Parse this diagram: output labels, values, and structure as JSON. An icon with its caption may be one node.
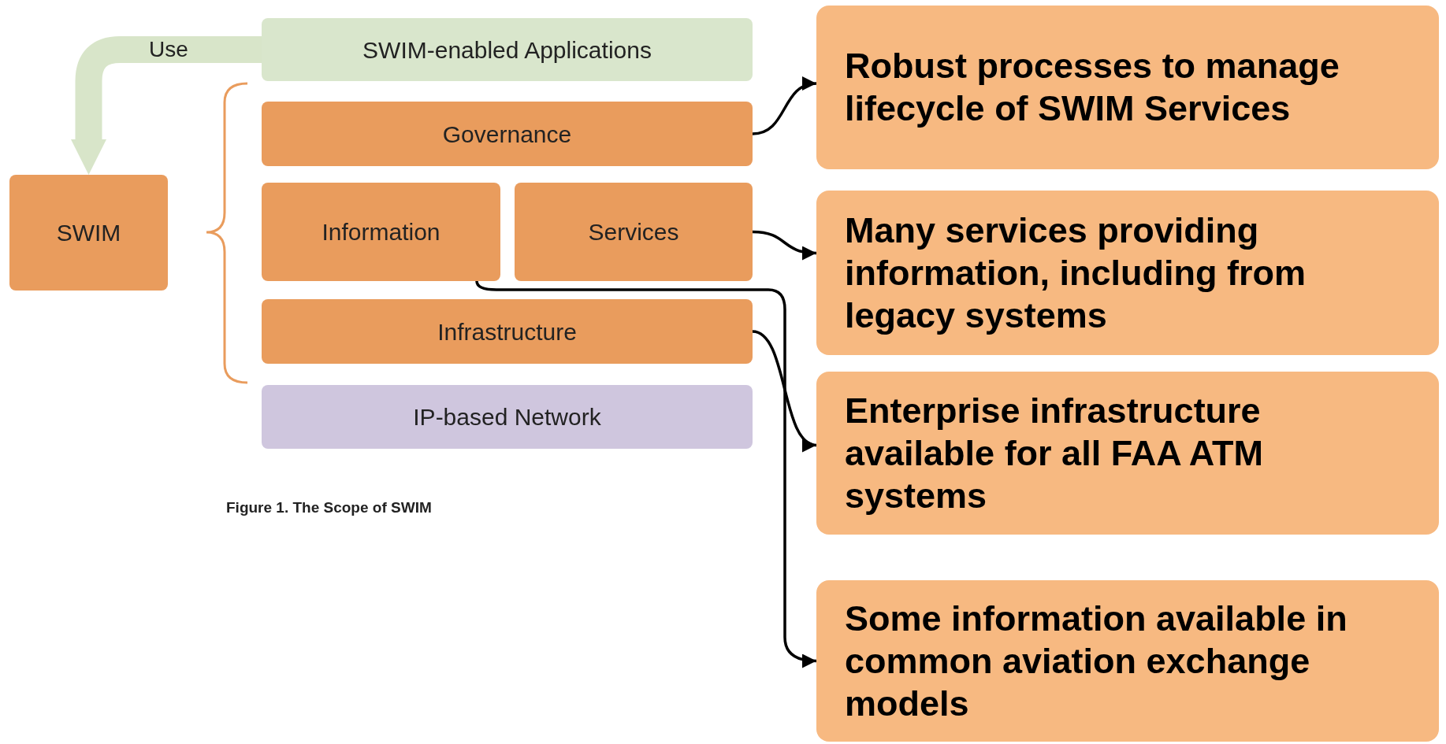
{
  "diagram": {
    "caption": "Figure 1. The Scope of SWIM",
    "nodes": [
      {
        "text": [
          "SWIM-enabled Applications"
        ]
      },
      {
        "text": [
          "SWIM"
        ]
      },
      {
        "text": [
          "Governance"
        ]
      },
      {
        "text": [
          "Information"
        ]
      },
      {
        "text": [
          "Services"
        ]
      },
      {
        "text": [
          "Infrastructure"
        ]
      },
      {
        "text": [
          "IP-based Network"
        ]
      },
      {
        "text": [
          "Robust processes to manage lifecycle of SWIM Services"
        ]
      },
      {
        "text": [
          "Many services providing information, including from legacy systems"
        ]
      },
      {
        "text": [
          "Enterprise infrastructure available for all FAA ATM systems"
        ]
      },
      {
        "text": [
          "Some information available in common aviation exchange models"
        ]
      }
    ],
    "edges": [
      {
        "from": 0,
        "to": 1,
        "arrow": "to",
        "label": "Use",
        "style": "thick",
        "color": "#d8e5c9"
      },
      {
        "from": 2,
        "to": 7,
        "arrow": "to"
      },
      {
        "from": 4,
        "to": 8,
        "arrow": "to"
      },
      {
        "from": 5,
        "to": 9,
        "arrow": "to"
      },
      {
        "from": 3,
        "to": 10,
        "arrow": "to"
      }
    ]
  }
}
